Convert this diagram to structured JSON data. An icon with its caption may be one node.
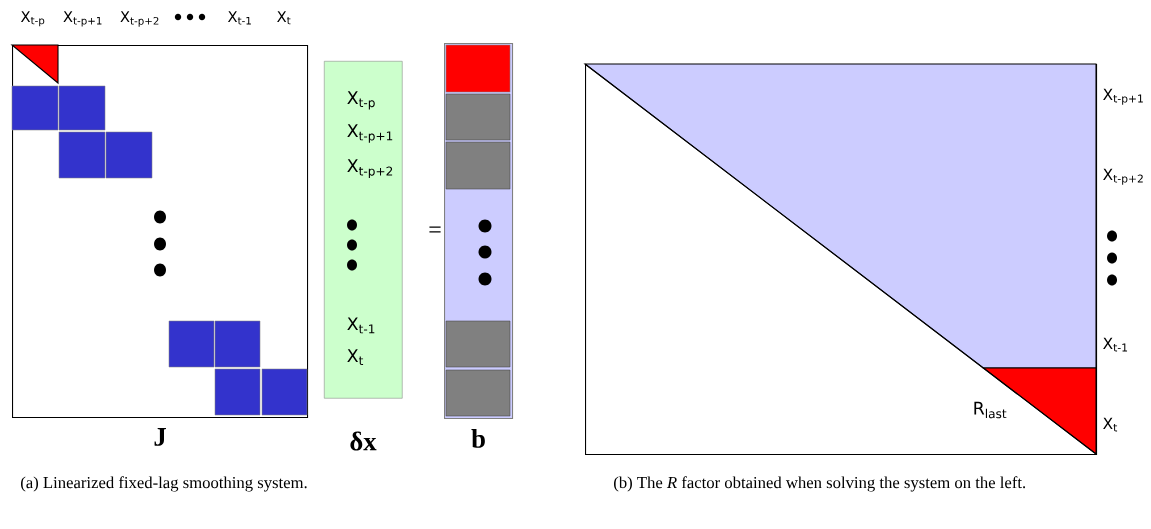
{
  "diagram": {
    "nodes": [
      {
        "text": [
          "**J**"
        ]
      },
      {
        "text": [
          "X$_{t-p}$",
          "X$_{t-p+1}$",
          "X$_{t-p+2}$",
          "X$_{t-1}$",
          "X$_{t}$",
          "**δx**"
        ]
      },
      {
        "text": [
          "**b**"
        ]
      },
      {
        "text": [
          "R$_{last}$"
        ]
      }
    ],
    "labels": [
      "X$_{t-p}$",
      "X$_{t-p+1}$",
      "X$_{t-p+2}$",
      "X$_{t-1}$",
      "X$_{t}$",
      "=",
      "X$_{t-p+1}$",
      "X$_{t-p+2}$",
      "X$_{t-1}$",
      "X$_{t}$",
      "(a) Linearized fixed-lag smoothing system.",
      "(b) The *R* factor obtained when solving the system on the left."
    ]
  }
}
